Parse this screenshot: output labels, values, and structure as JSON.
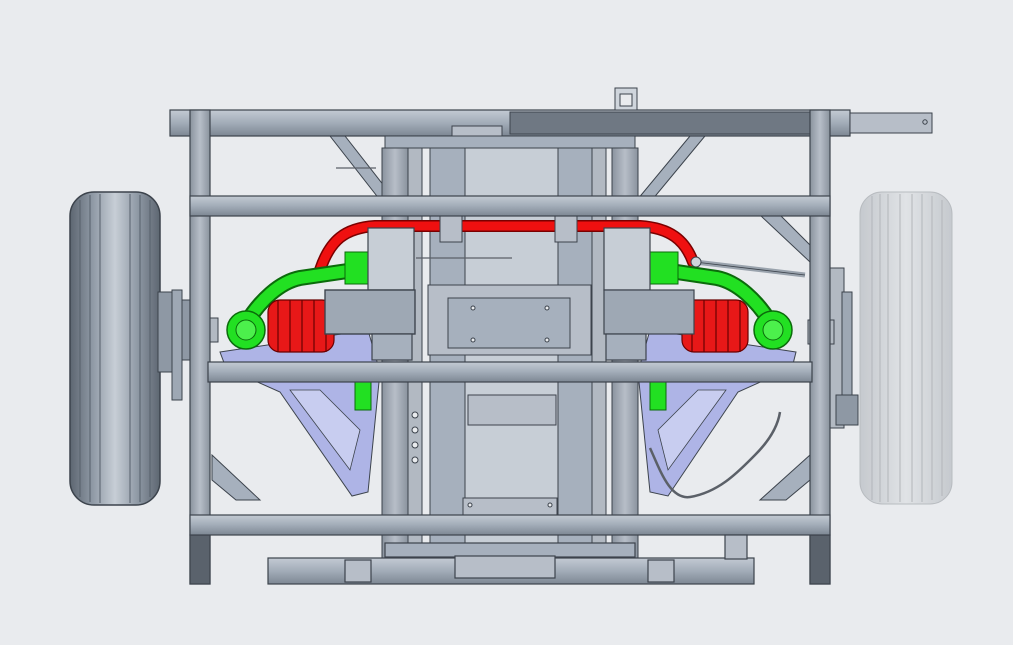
{
  "viewport": {
    "kind": "cad-3d-view",
    "model": "vehicle-chassis-front-suspension",
    "background": "#e9ebee"
  },
  "colors": {
    "frame": "#a6b0bd",
    "frame_dark": "#6f7883",
    "frame_edge": "#3c434c",
    "tire": "#8e98a4",
    "tire_ghost": "#c9ccd0",
    "control_arm_green": "#22e022",
    "spring_red": "#e81818",
    "sway_bar_red": "#ef1010",
    "lower_arm": "#aeb4e6",
    "cable": "#5b6068"
  },
  "parts": {
    "left_wheel": "visible",
    "right_wheel": "transparent",
    "sway_bar": "highlighted",
    "coil_springs": "highlighted",
    "upper_control_arms": "highlighted"
  }
}
